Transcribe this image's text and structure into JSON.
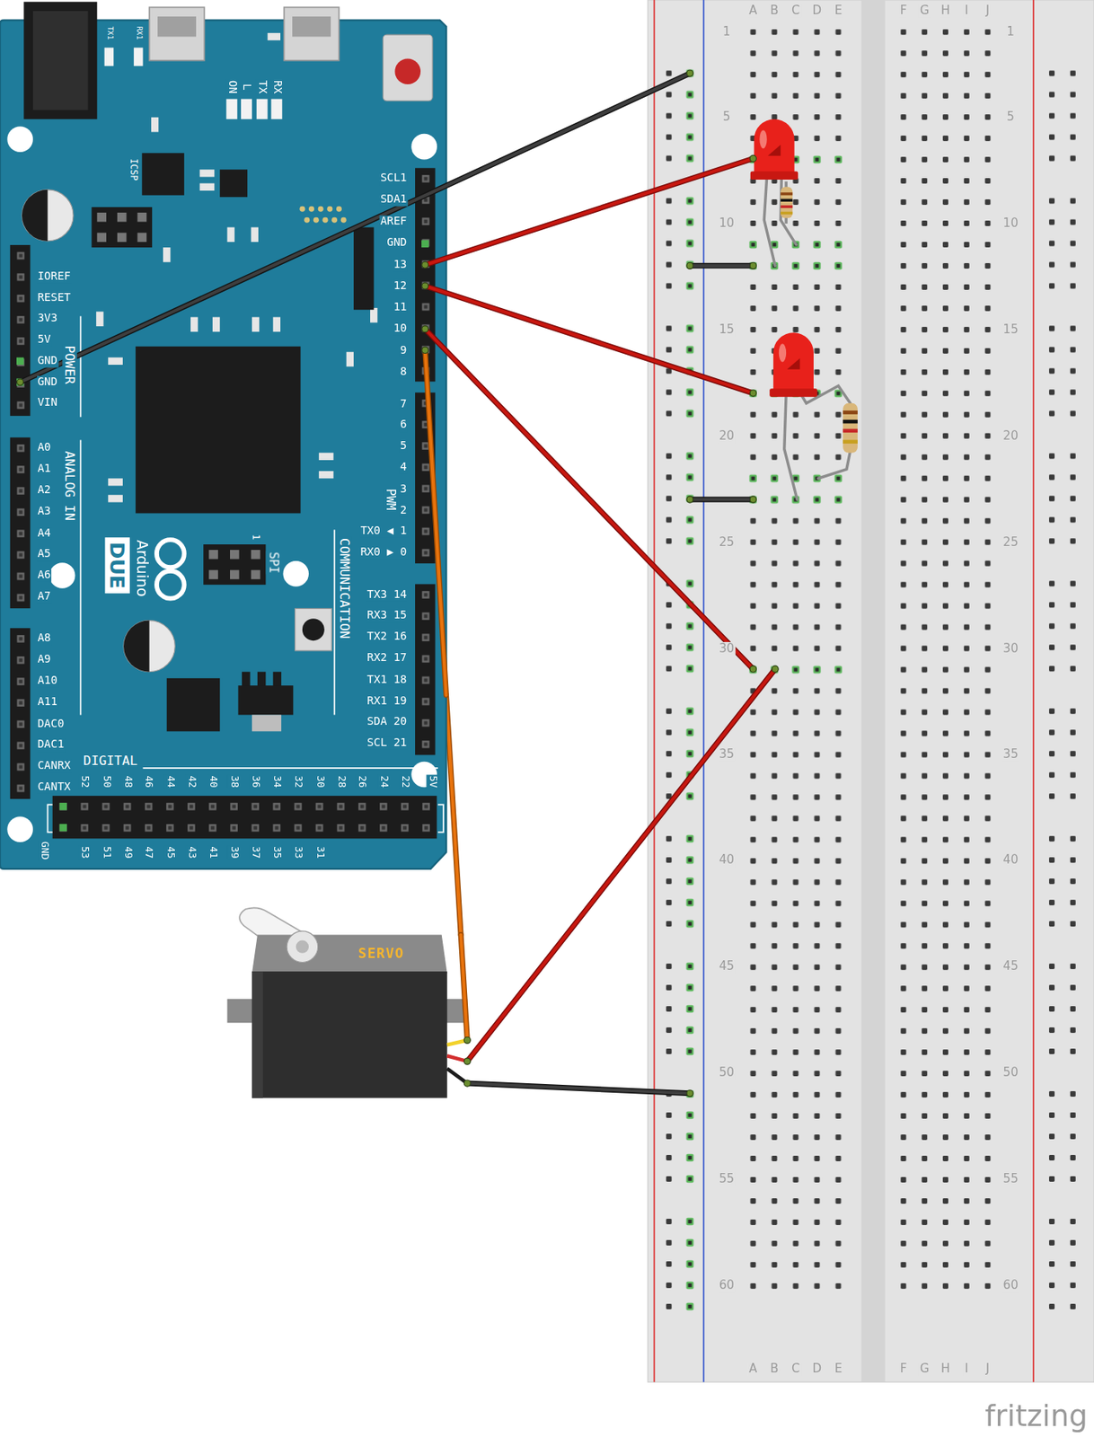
{
  "diagram": {
    "nodes": [
      {
        "text": [
          "Arduino",
          "DUE"
        ]
      },
      {
        "text": [
          "SERVO"
        ]
      }
    ],
    "edges": [
      {
        "from": 0,
        "to": 1,
        "arrow": "none"
      }
    ],
    "labels": [
      "SCL1",
      "SDA1",
      "AREF",
      "GND",
      "13",
      "12",
      "11",
      "10",
      "9",
      "8",
      "7",
      "6",
      "5",
      "4",
      "3",
      "2",
      "TX0 ◀ 1",
      "RX0 ▶ 0",
      "TX3 14",
      "RX3 15",
      "TX2 16",
      "RX2 17",
      "TX1 18",
      "RX1 19",
      "SDA 20",
      "SCL 21",
      "IOREF",
      "RESET",
      "3V3",
      "5V",
      "GND",
      "GND",
      "VIN",
      "A0",
      "A1",
      "A2",
      "A3",
      "A4",
      "A5",
      "A6",
      "A7",
      "A8",
      "A9",
      "A10",
      "A11",
      "DAC0",
      "DAC1",
      "CANRX",
      "CANTX",
      "52",
      "50",
      "48",
      "46",
      "44",
      "42",
      "40",
      "38",
      "36",
      "34",
      "32",
      "30",
      "28",
      "26",
      "24",
      "22",
      "5V",
      "53",
      "51",
      "49",
      "47",
      "45",
      "43",
      "41",
      "39",
      "37",
      "35",
      "33",
      "31",
      "GND",
      "ICSP",
      "ON",
      "L",
      "TX",
      "RX",
      "TX1",
      "RX1",
      "POWER",
      "ANALOG IN",
      "PWM",
      "COMMUNICATION",
      "DIGITAL",
      "SPI",
      "1",
      "A",
      "B",
      "C",
      "D",
      "E",
      "F",
      "G",
      "H",
      "I",
      "J",
      "A",
      "B",
      "C",
      "D",
      "E",
      "F",
      "G",
      "H",
      "I",
      "J",
      "1",
      "5",
      "10",
      "15",
      "20",
      "25",
      "30",
      "35",
      "40",
      "45",
      "50",
      "55",
      "60",
      "1",
      "5",
      "10",
      "15",
      "20",
      "25",
      "30",
      "35",
      "40",
      "45",
      "50",
      "55",
      "60",
      "fritzing"
    ]
  }
}
